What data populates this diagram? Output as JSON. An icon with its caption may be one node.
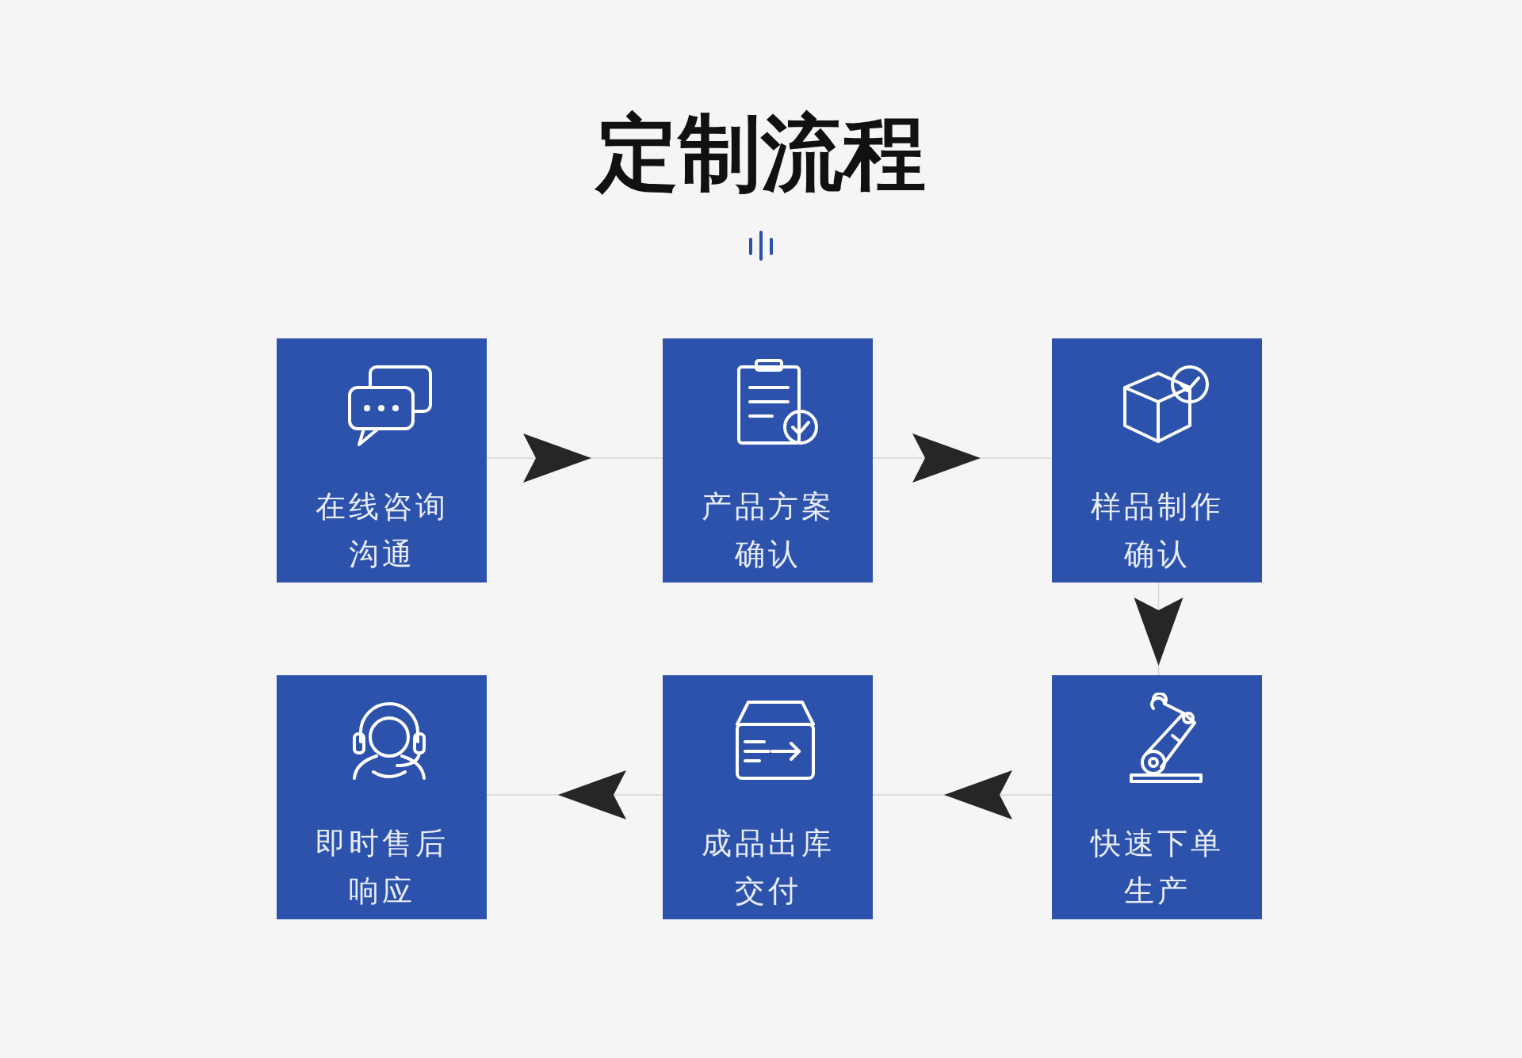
{
  "diagram": {
    "title": "定制流程",
    "nodes": [
      {
        "text": [
          "在线咨询沟通"
        ]
      },
      {
        "text": [
          "产品方案确认"
        ]
      },
      {
        "text": [
          "样品制作确认"
        ]
      },
      {
        "text": [
          "即时售后响应"
        ]
      },
      {
        "text": [
          "成品出库交付"
        ]
      },
      {
        "text": [
          "快速下单生产"
        ]
      }
    ],
    "edges": [
      {
        "from": 0,
        "to": 1,
        "arrow": "to"
      },
      {
        "from": 1,
        "to": 2,
        "arrow": "to"
      },
      {
        "from": 2,
        "to": 5,
        "arrow": "to"
      },
      {
        "from": 5,
        "to": 4,
        "arrow": "to"
      },
      {
        "from": 4,
        "to": 3,
        "arrow": "to"
      }
    ]
  }
}
